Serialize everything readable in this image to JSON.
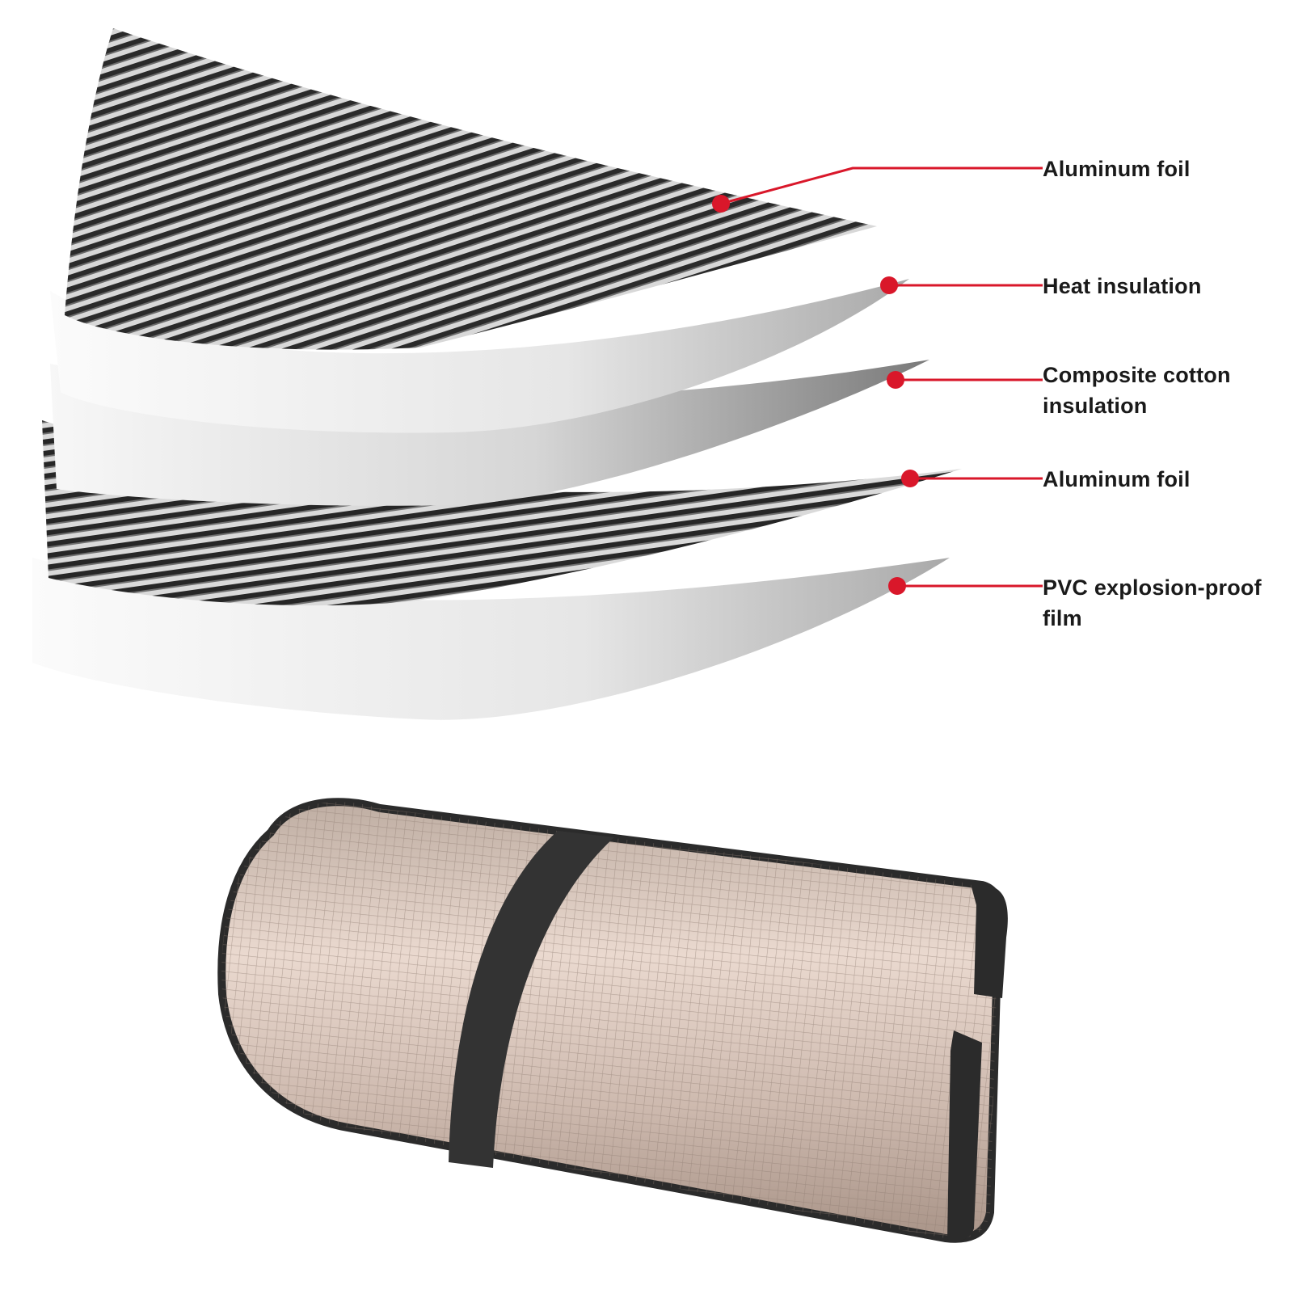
{
  "diagram": {
    "callout_color": "#d9172a",
    "layers": [
      {
        "id": "aluminum-foil-top",
        "label": "Aluminum foil",
        "material": "ribbed-foil"
      },
      {
        "id": "heat-insulation",
        "label": "Heat insulation",
        "material": "smooth-white"
      },
      {
        "id": "composite-cotton",
        "label": "Composite cotton\ninsulation",
        "material": "smooth-white"
      },
      {
        "id": "aluminum-foil-bottom",
        "label": "Aluminum foil",
        "material": "ribbed-foil"
      },
      {
        "id": "pvc-film",
        "label": "PVC explosion-proof\nfilm",
        "material": "smooth-white"
      }
    ]
  },
  "product": {
    "name": "rolled-foam-mat",
    "surface_color": "#c9b6aa",
    "edge_color": "#2b2b2b",
    "strap_color": "#333333"
  }
}
